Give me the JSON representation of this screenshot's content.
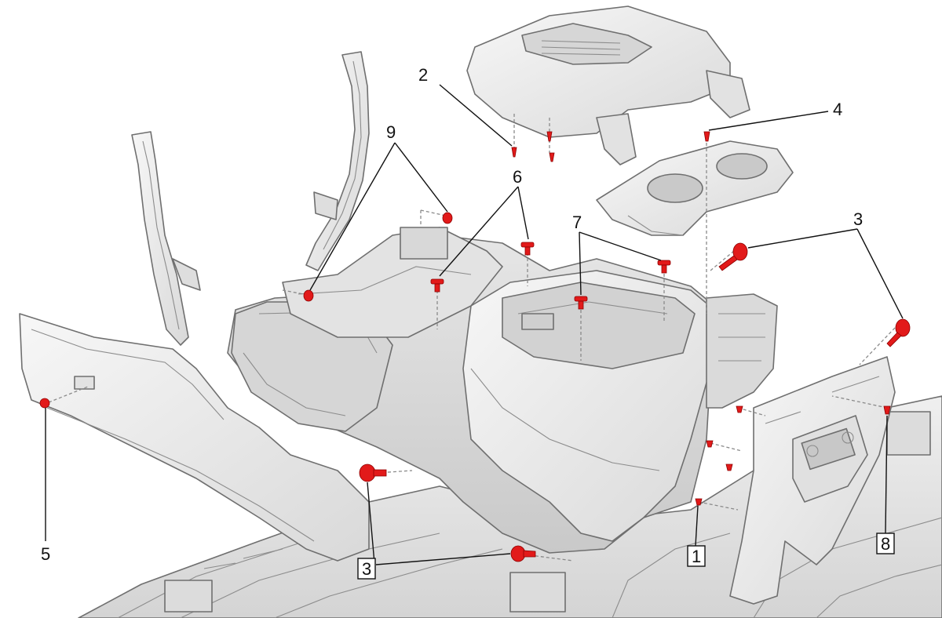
{
  "diagram": {
    "callouts": {
      "c1": "1",
      "c2": "2",
      "c3a": "3",
      "c3b": "3",
      "c4": "4",
      "c5": "5",
      "c6": "6",
      "c7": "7",
      "c8": "8",
      "c9": "9"
    },
    "colors": {
      "fastener": "#e21a1a",
      "panel": "#e9e9e9",
      "line": "#111111"
    }
  }
}
